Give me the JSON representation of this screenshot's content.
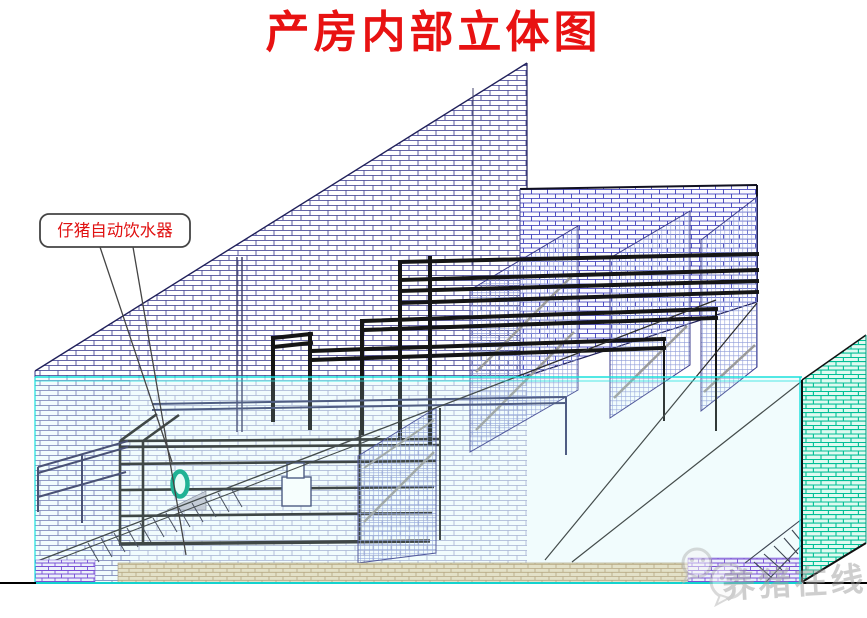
{
  "title": {
    "text": "产房内部立体图",
    "color": "#e81212"
  },
  "callout": {
    "text": "仔猪自动饮水器",
    "color": "#e01010",
    "target": "piglet-auto-drinker"
  },
  "watermark": {
    "text": "养猪在线",
    "icon": "wechat-icon"
  },
  "colors": {
    "title_red": "#e81212",
    "callout_red": "#e01010",
    "wall_brick_line": "#34348a",
    "partition_brick_line": "#2a2ab4",
    "light_brick_line": "#9aa0dc",
    "teal_wall_line": "#00bf96",
    "teal_wall_fill": "#dffaf0",
    "glass_panel_edge": "#18e0dc",
    "walkway_fill": "#e9ddc0",
    "walkway_line": "#b39a6f",
    "purple_brick_line": "#6a30d0",
    "crate_frame_black": "#151515",
    "mesh_line": "#8d9ad8",
    "drinker_teal": "#00a583",
    "watermark_gray": "#a8a8a8"
  }
}
